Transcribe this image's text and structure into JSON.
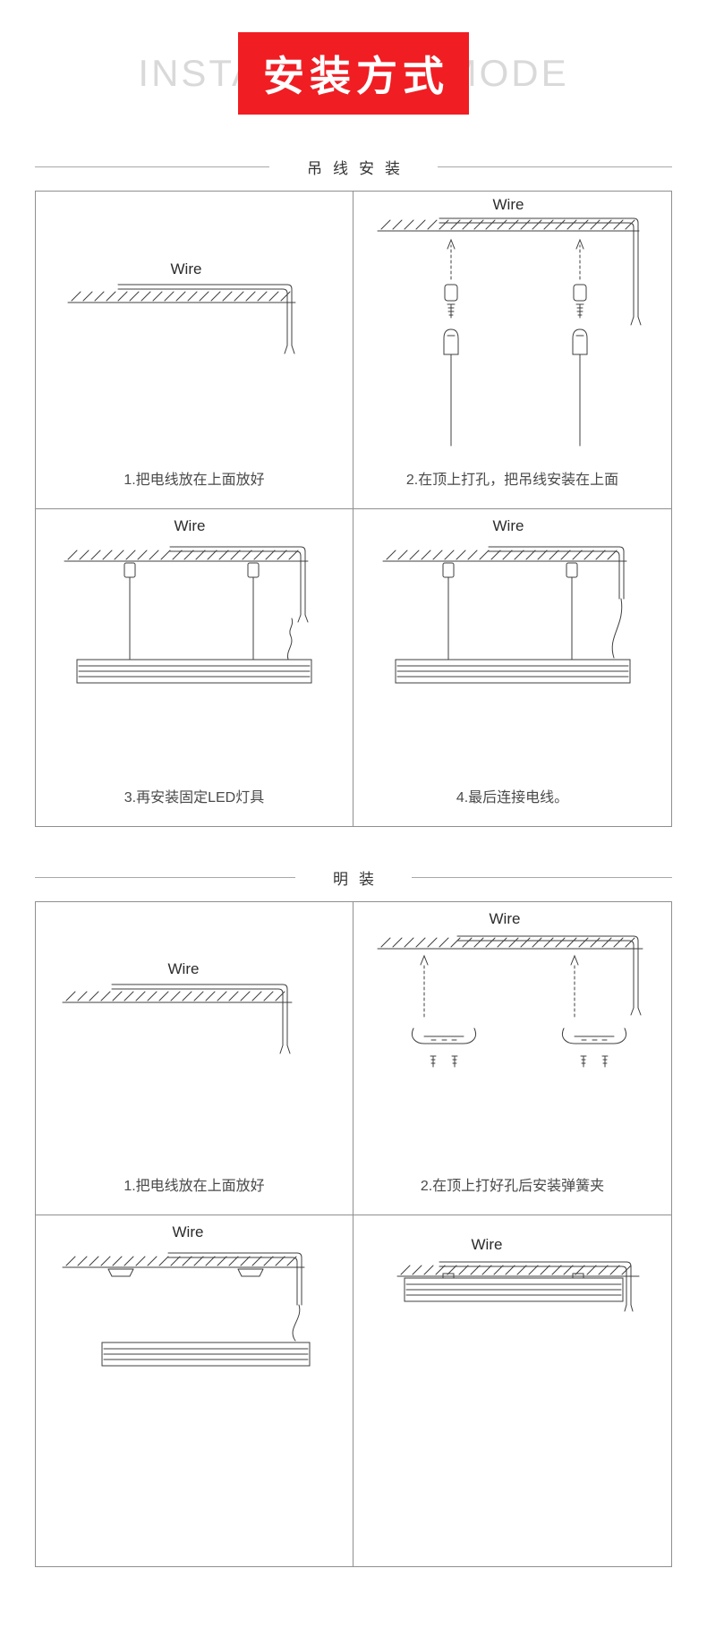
{
  "header": {
    "title_en": "INSTALLATION MODE",
    "title_zh": "安装方式",
    "accent_red": "#f01d23"
  },
  "sections": [
    {
      "title": "吊线安装",
      "panels": [
        {
          "wire_label": "Wire",
          "caption": "1.把电线放在上面放好"
        },
        {
          "wire_label": "Wire",
          "caption": "2.在顶上打孔，把吊线安装在上面"
        },
        {
          "wire_label": "Wire",
          "caption": "3.再安装固定LED灯具"
        },
        {
          "wire_label": "Wire",
          "caption": "4.最后连接电线。"
        }
      ]
    },
    {
      "title": "明装",
      "panels": [
        {
          "wire_label": "Wire",
          "caption": "1.把电线放在上面放好"
        },
        {
          "wire_label": "Wire",
          "caption": "2.在顶上打好孔后安装弹簧夹"
        },
        {
          "wire_label": "Wire",
          "caption": ""
        },
        {
          "wire_label": "Wire",
          "caption": ""
        }
      ]
    }
  ]
}
